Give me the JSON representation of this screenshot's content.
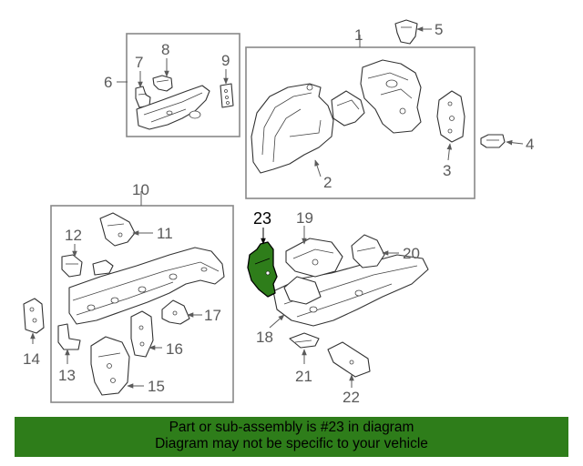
{
  "diagram": {
    "labels": [
      "1",
      "2",
      "3",
      "4",
      "5",
      "6",
      "7",
      "8",
      "9",
      "10",
      "11",
      "12",
      "13",
      "14",
      "15",
      "16",
      "17",
      "18",
      "19",
      "20",
      "21",
      "22",
      "23"
    ],
    "highlighted_part": "23",
    "highlight_color": "#2e7d1a",
    "line_color": "#5a5a5a"
  },
  "banner": {
    "line1": "Part or sub-assembly is #23 in diagram",
    "line2": "Diagram may not be specific to your vehicle",
    "background": "#2e7d1a"
  }
}
